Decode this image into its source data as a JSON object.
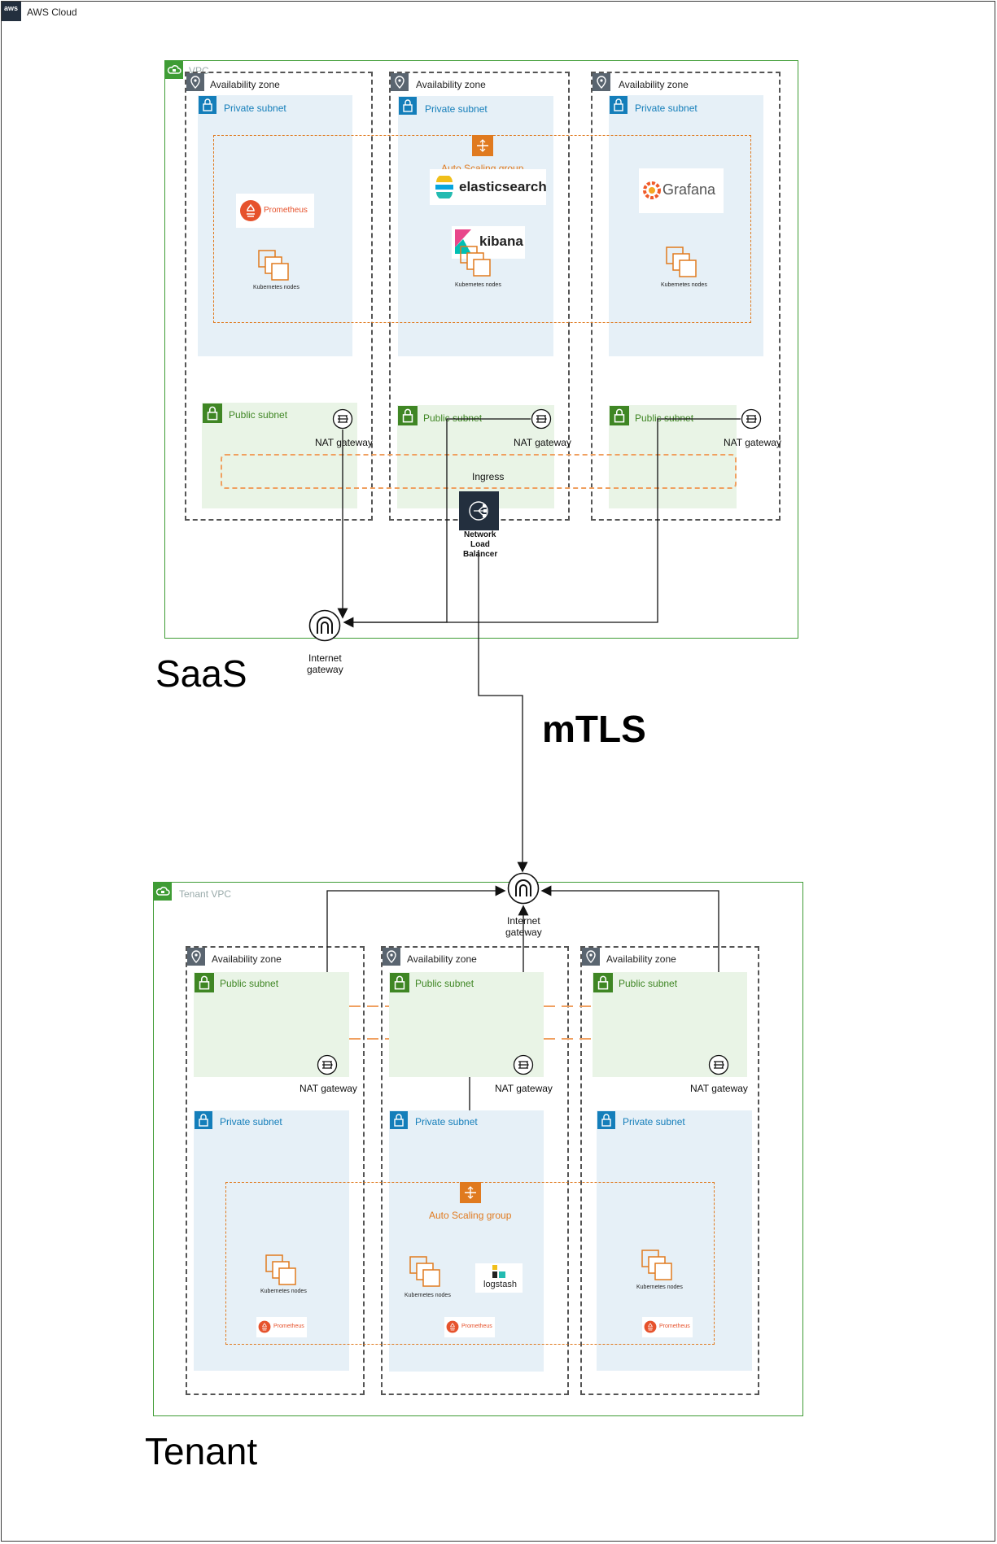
{
  "aws": {
    "badge": "aws",
    "title": "AWS Cloud"
  },
  "saas": {
    "vpc_label": "VPC",
    "section_title": "SaaS",
    "az_label": "Availability zone",
    "private_subnet_label": "Private subnet",
    "public_subnet_label": "Public subnet",
    "asg_label": "Auto Scaling group",
    "nat_label": "NAT gateway",
    "ingress_label": "Ingress",
    "nlb_label": [
      "Network",
      "Load",
      "Balancer"
    ],
    "igw_label": [
      "Internet",
      "gateway"
    ],
    "k8s_label": "Kubernetes nodes",
    "apps": {
      "prometheus": "Prometheus",
      "elasticsearch": "elasticsearch",
      "kibana": "kibana",
      "grafana": "Grafana"
    }
  },
  "link": {
    "label": "mTLS"
  },
  "tenant": {
    "vpc_label": "Tenant VPC",
    "section_title": "Tenant",
    "az_label": "Availability zone",
    "private_subnet_label": "Private subnet",
    "public_subnet_label": "Public subnet",
    "asg_label": "Auto Scaling group",
    "nat_label": "NAT gateway",
    "igw_label": [
      "Internet",
      "gateway"
    ],
    "k8s_label": "Kubernetes nodes",
    "apps": {
      "prometheus": "Prometheus",
      "logstash": "logstash"
    }
  },
  "colors": {
    "vpc_border": "#3f9c35",
    "public_green": "#3f8624",
    "private_blue": "#147eba",
    "asg_orange": "#e07a1f",
    "prometheus": "#e6522c",
    "nlb_bg": "#232f3e"
  }
}
